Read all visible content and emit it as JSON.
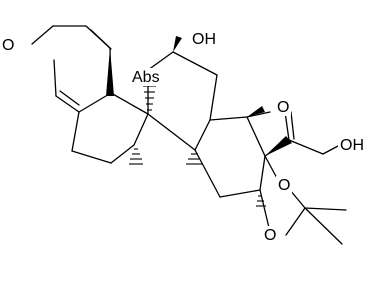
{
  "molecule": {
    "labels": {
      "ketone_o_left": "O",
      "hydroxyl_11": "OH",
      "abs_flag": "Abs",
      "ketone_o_20": "O",
      "hydroxyl_21": "OH",
      "ether_o_upper": "O",
      "ether_o_lower": "O"
    }
  }
}
